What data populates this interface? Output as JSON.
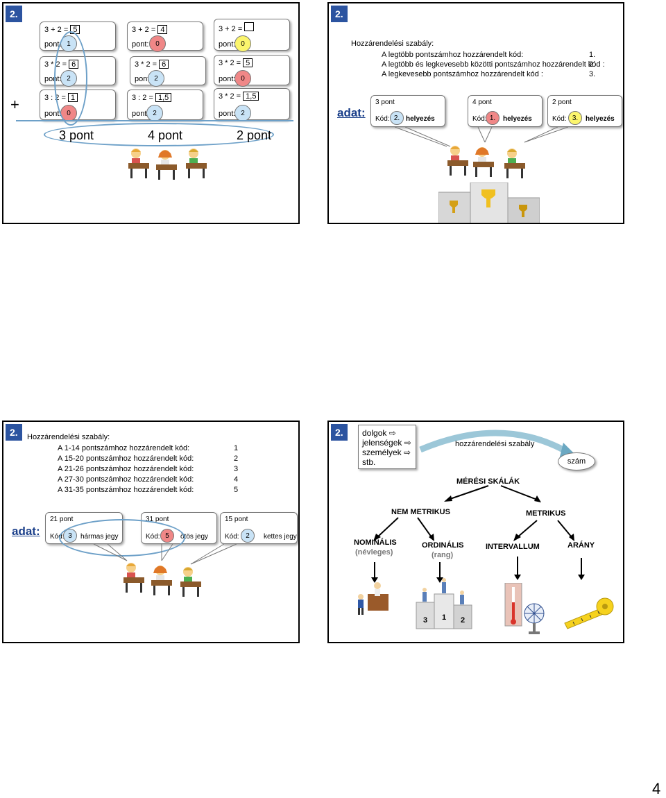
{
  "slide1": {
    "badge": "2.",
    "plus": "+",
    "col1": {
      "r1_expr": "3 + 2 =",
      "r1_res": "5",
      "r1_pont": "pont:",
      "r1_score": "1",
      "r2_expr": "3 * 2 =",
      "r2_res": "6",
      "r2_pont": "pont:",
      "r2_score": "2",
      "r3_expr": "3 : 2 =",
      "r3_res": "1",
      "r3_pont": "pont:",
      "r3_score": "0"
    },
    "col2": {
      "r1_expr": "3 + 2 =",
      "r1_res": "4",
      "r1_pont": "pont:",
      "r1_score": "0",
      "r2_expr": "3 * 2 =",
      "r2_res": "6",
      "r2_pont": "pont:",
      "r2_score": "2",
      "r3_expr": "3 : 2 =",
      "r3_res": "1,5",
      "r3_pont": "pont:",
      "r3_score": "2"
    },
    "col3": {
      "r1_expr": "3 + 2 =",
      "r1_res": "",
      "r1_pont": "pont:",
      "r1_score": "0",
      "r2_expr": "3 * 2 =",
      "r2_res": "5",
      "r2_pont": "pont:",
      "r2_score": "0",
      "r3_expr": "3 * 2 =",
      "r3_res": "1,5",
      "r3_pont": "pont:",
      "r3_score": "2"
    },
    "totals": [
      "3 pont",
      "4 pont",
      "2 pont"
    ]
  },
  "slide2": {
    "badge": "2.",
    "rule_title": "Hozzárendelési szabály:",
    "rules": [
      {
        "text": "A legtöbb pontszámhoz hozzárendelt kód:",
        "code": "1."
      },
      {
        "text": "A legtöbb és legkevesebb közötti pontszámhoz hozzárendelt kód :",
        "code": "2."
      },
      {
        "text": "A legkevesebb pontszámhoz hozzárendelt kód :",
        "code": "3."
      }
    ],
    "adat": "adat:",
    "bubbles": [
      {
        "pont": "3 pont",
        "kod": "Kód:",
        "val": "2.",
        "label": "helyezés"
      },
      {
        "pont": "4 pont",
        "kod": "Kód:",
        "val": "1.",
        "label": "helyezés"
      },
      {
        "pont": "2 pont",
        "kod": "Kód:",
        "val": "3.",
        "label": "helyezés"
      }
    ]
  },
  "slide3": {
    "badge": "2.",
    "rule_title": "Hozzárendelési szabály:",
    "rules": [
      {
        "text": "A  1-14 pontszámhoz hozzárendelt kód:",
        "code": "1"
      },
      {
        "text": "A 15-20 pontszámhoz hozzárendelt kód:",
        "code": "2"
      },
      {
        "text": "A 21-26 pontszámhoz hozzárendelt kód:",
        "code": "3"
      },
      {
        "text": "A 27-30 pontszámhoz hozzárendelt kód:",
        "code": "4"
      },
      {
        "text": "A 31-35 pontszámhoz hozzárendelt kód:",
        "code": "5"
      }
    ],
    "adat": "adat:",
    "bubbles": [
      {
        "pont": "21 pont",
        "kod": "Kód:",
        "val": "3",
        "label": "hármas jegy"
      },
      {
        "pont": "31 pont",
        "kod": "Kód:",
        "val": "5",
        "label": "ötös jegy"
      },
      {
        "pont": "15 pont",
        "kod": "Kód:",
        "val": "2",
        "label": "kettes jegy"
      }
    ]
  },
  "slide4": {
    "badge": "2.",
    "items": [
      "dolgok",
      "jelenségek",
      "személyek",
      "stb."
    ],
    "rule": "hozzárendelési szabály",
    "szam": "szám",
    "meresi": "MÉRÉSI SKÁLÁK",
    "nem_metrikus": "NEM METRIKUS",
    "metrikus": "METRIKUS",
    "nominalis": "NOMINÁLIS",
    "nominalis_sub": "(névleges)",
    "ordinalis": "ORDINÁLIS",
    "ordinalis_sub": "(rang)",
    "intervallum": "INTERVALLUM",
    "arany": "ARÁNY",
    "podium": [
      "3",
      "1",
      "2"
    ]
  },
  "page_number": "4"
}
